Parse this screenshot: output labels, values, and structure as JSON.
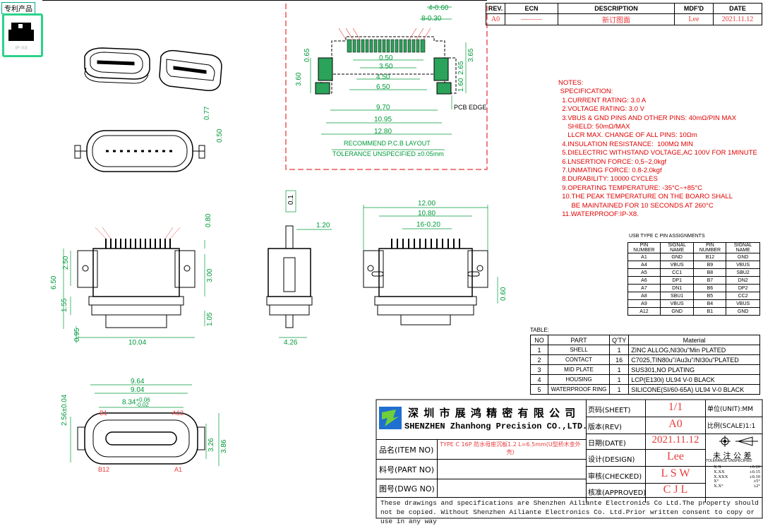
{
  "badge": {
    "label": "专利产品"
  },
  "revision": {
    "headers": [
      "REV.",
      "ECN",
      "DESCRIPTION",
      "MDF'D",
      "DATE"
    ],
    "row": {
      "rev": "A0",
      "ecn": "———",
      "description": "新订图面",
      "modified_by": "Lee",
      "date": "2021.11.12"
    }
  },
  "pcb_layout": {
    "dims_top": [
      "4-0.60",
      "8-0.30"
    ],
    "dims_inner": [
      "0.50",
      "3.50",
      "4.50",
      "6.50"
    ],
    "dims_bottom": [
      "9.70",
      "10.95",
      "12.80"
    ],
    "dims_left": [
      "0.65",
      "3.60"
    ],
    "dims_right": [
      "3.65",
      "2.65",
      "1.60"
    ],
    "pcb_edge": "PCB EDGE",
    "title": "RECOMMEND  P.C.B  LAYOUT",
    "tolerance": "TOLERANCE  UNSPECIFIED  ±0.05mm"
  },
  "notes": {
    "title": "NOTES:",
    "lines": [
      " SPECIFICATION:",
      "  1.CURRENT RATING: 3.0 A",
      "  2.VOLTAGE RATING: 3.0 V",
      "  3.VBUS & GND PINS AND OTHER PINS: 40mΩ/PIN MAX",
      "     SHIELD: 50mΩ/MAX",
      "     LLCR MAX. CHANGE OF ALL PINS: 10Ωm",
      "  4.INSULATION RESISTANCE:  100MΩ MIN",
      "  5.DIELECTRIC WITHSTAND VOLTAGE,AC 100V FOR 1MINUTE",
      "  6.LNSERTION FORCE: 0,5~2,0kgf",
      "  7.UNMATING FORCE: 0.8-2.0kgf",
      "  8.DURABILITY: 10000 CYCLES",
      "  9.OPERATING TEMPERATURE: -35°C~+85°C",
      "  10.THE PEAK TEMPERATURE ON THE BOARO SHALL",
      "       BE MAINTAINED FOR 10 SECONDS AT 260°C",
      "  11.WATERPROOF:IP-X8."
    ]
  },
  "pin_table": {
    "title": "USB TYPE C PIN ASSIGNMENTS",
    "headers": [
      "PIN NUMBER",
      "SIGNAL NAME",
      "PIN NUMBER",
      "SIGNAL NAME"
    ],
    "rows": [
      [
        "A1",
        "GND",
        "B12",
        "GND"
      ],
      [
        "A4",
        "VBUS",
        "B9",
        "VBUS"
      ],
      [
        "A5",
        "CC1",
        "B8",
        "SBU2"
      ],
      [
        "A6",
        "DP1",
        "B7",
        "DN2"
      ],
      [
        "A7",
        "DN1",
        "B6",
        "DP2"
      ],
      [
        "A8",
        "SBU1",
        "B5",
        "CC2"
      ],
      [
        "A9",
        "VBUS",
        "B4",
        "VBUS"
      ],
      [
        "A12",
        "GND",
        "B1",
        "GND"
      ]
    ]
  },
  "parts_table": {
    "title": "TABLE:",
    "headers": [
      "NO",
      "PART",
      "Q'TY",
      "Material"
    ],
    "rows": [
      [
        "1",
        "SHELL",
        "1",
        "ZINC ALLOG,NI30u\"Min PLATED"
      ],
      [
        "2",
        "CONTACT",
        "16",
        "C7025,TIN80u\"/Au3u\"/NI30u\"PLATED"
      ],
      [
        "3",
        "MID PLATE",
        "1",
        "SUS301,NO PLATING"
      ],
      [
        "4",
        "HOUSING",
        "1",
        "LCP(E130i) UL94 V-0 BLACK"
      ],
      [
        "5",
        "WATERPROOF RING",
        "1",
        "SILICONE(SI/60-65A) UL94 V-0 BLACK"
      ]
    ]
  },
  "side_view": {
    "dims": [
      "0.77",
      "0.50"
    ]
  },
  "front_view": {
    "dims": [
      "0.80",
      "2.50",
      "6.50",
      "3.00",
      "1.55",
      "1.05",
      "0.95",
      "10.04"
    ]
  },
  "profile_view": {
    "dims": [
      "0.1",
      "1.20",
      "4.26"
    ]
  },
  "rear_view": {
    "dims": [
      "12.00",
      "10.80",
      "16-0.20",
      "0.60"
    ]
  },
  "bottom_view": {
    "dims": [
      "9.64",
      "9.04",
      "8.34",
      "+0.06",
      "-0.02",
      "2.56±0.04",
      "3.26",
      "3.86"
    ],
    "pins": [
      "B1",
      "A12",
      "B12",
      "A1"
    ]
  },
  "title_block": {
    "company_cn": "深 圳 市 展 鸿 精 密 有 限 公 司",
    "company_en": "SHENZHEN Zhanhong Precision CO.,LTD.",
    "item_no_label": "品名(ITEM NO)",
    "item_no": "TYPE C 16P 防水母座沉板1.2 L=6.5mm(U型桥木金外壳)",
    "part_no_label": "料号(PART NO)",
    "dwg_no_label": "图号(DWG NO)",
    "sheet_label": "页码(SHEET)",
    "sheet": "1/1",
    "rev_label": "版本(REV)",
    "rev": "A0",
    "date_label": "日期(DATE)",
    "date": "2021.11.12",
    "design_label": "设计(DESIGN)",
    "design": "Lee",
    "checked_label": "审核(CHECKED)",
    "checked": "L S W",
    "approved_label": "核准(APPROVED)",
    "approved": "C J L",
    "unit_label": "单位(UNIT):MM",
    "scale_label": "比例(SCALE)1:1",
    "tol_title": "未 注 公 差",
    "tol_sub": "TOLERANCE UNSPECIFIED",
    "tol_rows": [
      [
        "X.X",
        "±0.20"
      ],
      [
        "X.XX",
        "±0.15"
      ],
      [
        "X.XXX",
        "±0.10"
      ],
      [
        "X°",
        "±5°"
      ],
      [
        "X.X°",
        "±2°"
      ]
    ],
    "footer": "These drawings and specifications are Shenzhen Ailiante Electronics Co Ltd.The property should not be copied. Without Shenzhen Ailiante Electronics Co. Ltd.Prior written consent to copy or use in any way"
  },
  "colors": {
    "dim": "#009a3a",
    "note": "#e00000",
    "value": "#e83a3a",
    "outline": "#000000"
  }
}
